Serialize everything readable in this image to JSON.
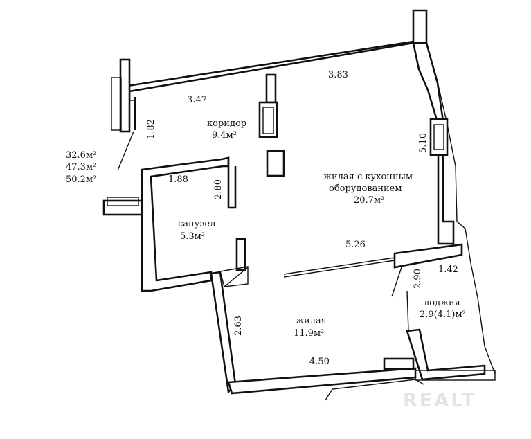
{
  "plan": {
    "areas": {
      "line1": "32.6м²",
      "line2": "47.3м²",
      "line3": "50.2м²"
    },
    "rooms": {
      "corridor": {
        "name": "коридор",
        "area": "9.4м²"
      },
      "living_kitchen": {
        "name_line1": "жилая с кухонным",
        "name_line2": "оборудованием",
        "area": "20.7м²"
      },
      "bathroom": {
        "name": "санузел",
        "area": "5.3м²"
      },
      "bedroom": {
        "name": "жилая",
        "area": "11.9м²"
      },
      "loggia": {
        "name": "лоджия",
        "area": "2.9(4.1)м²"
      }
    },
    "dimensions": {
      "d_347": "3.47",
      "d_383": "3.83",
      "d_182": "1.82",
      "d_510": "5.10",
      "d_188": "1.88",
      "d_280": "2.80",
      "d_526": "5.26",
      "d_290": "2.90",
      "d_142": "1.42",
      "d_263": "2.63",
      "d_450": "4.50"
    }
  },
  "watermark": "REALT"
}
